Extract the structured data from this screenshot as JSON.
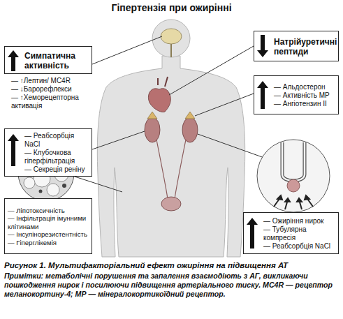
{
  "diagram": {
    "title": "Гіпертензія при ожирінні",
    "caption": "Рисунок 1. Мультифакторіальний ефект ожиріння на підвищення АТ",
    "nodes": [
      {
        "text": [
          "Симпатична активність",
          "— ↑Лептин/ MC4R",
          "— ↓Барорефлекси",
          "— ↑Хеморецепторна активація"
        ]
      },
      {
        "text": [
          "Натрійуретичні пептиди"
        ]
      },
      {
        "text": [
          "— Альдостерон",
          "— Активність МР",
          "— Ангіотензин II"
        ]
      },
      {
        "text": [
          "— Реабсорбція NaCl",
          "— Клубочкова гіперфільтрація",
          "— Секреція реніну"
        ]
      },
      {
        "text": [
          "— Ліпотоксичність",
          "— Інфільтрація імунними клітинами",
          "— Інсулінорезистентність",
          "— Гіперглікемія"
        ]
      },
      {
        "text": [
          "— Ожиріння нирок",
          "— Тубулярна компресія",
          "— Реабсорбція NaCl"
        ]
      }
    ],
    "labels": [
      "Примітки: метаболічні порушення та запалення взаємодіють з АГ, викликаючи пошкодження нирок і посилюючи підвищення артеріального тиску. MC4R — рецептор меланокортину-4; МР — мінералокортикоїдний рецептор."
    ]
  }
}
